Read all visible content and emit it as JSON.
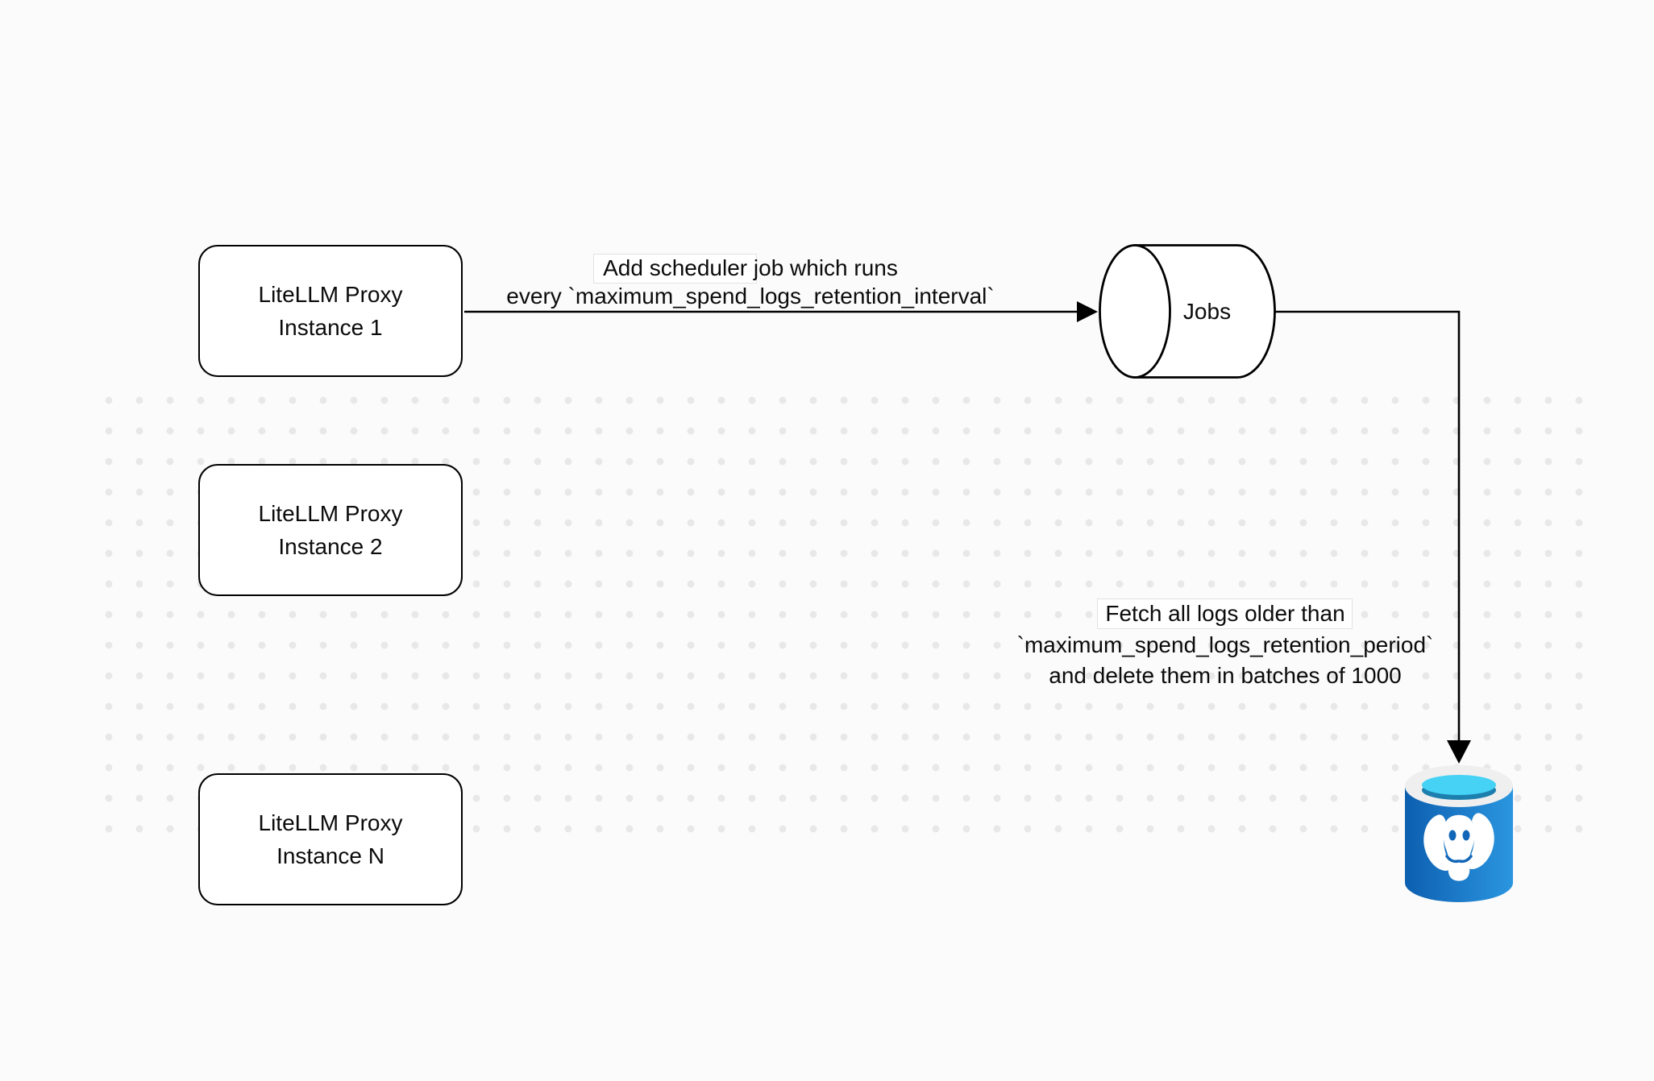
{
  "diagram": {
    "background_color": "#fbfbfb",
    "dot_color": "#e8e8e8",
    "stroke_color": "#000000"
  },
  "nodes": {
    "instance1": {
      "line1": "LiteLLM Proxy",
      "line2": "Instance 1"
    },
    "instance2": {
      "line1": "LiteLLM Proxy",
      "line2": "Instance 2"
    },
    "instance_n": {
      "line1": "LiteLLM Proxy",
      "line2": "Instance N"
    },
    "jobs_queue": {
      "label": "Jobs"
    },
    "postgres": {
      "icon": "postgresql-database-icon"
    }
  },
  "edges": {
    "scheduler": {
      "line1": "Add scheduler job which runs",
      "line2": "every `maximum_spend_logs_retention_interval`"
    },
    "cleanup": {
      "line1": "Fetch all logs older than",
      "line2": "`maximum_spend_logs_retention_period`",
      "line3": "and delete them in batches of 1000"
    }
  },
  "colors": {
    "node_fill": "#ffffff",
    "postgres_body_left": "#0d5fb0",
    "postgres_body_right": "#2b96e0",
    "postgres_rim": "#efefef",
    "postgres_water_top": "#45d2f5",
    "postgres_water_bottom": "#1d7fae",
    "elephant": "#ffffff"
  }
}
